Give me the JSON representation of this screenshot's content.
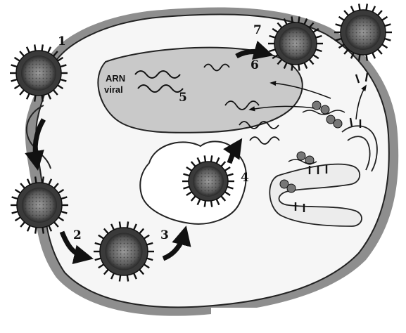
{
  "figure": {
    "step_labels": [
      "1",
      "2",
      "3",
      "4",
      "5",
      "6",
      "7"
    ],
    "rna_label_line1": "ARN",
    "rna_label_line2": "viral"
  },
  "colors": {
    "background": "#ffffff",
    "ink": "#111111",
    "cell_fill": "#f6f6f6",
    "cell_shadow": "#7a7a7a",
    "nucleus_fill": "#c9c9c9",
    "endosome_fill": "#ffffff",
    "virus_core": "#8a8a8a"
  },
  "icons": [
    "virus-particle",
    "viral-rna-strand",
    "ribosome",
    "process-arrow"
  ]
}
